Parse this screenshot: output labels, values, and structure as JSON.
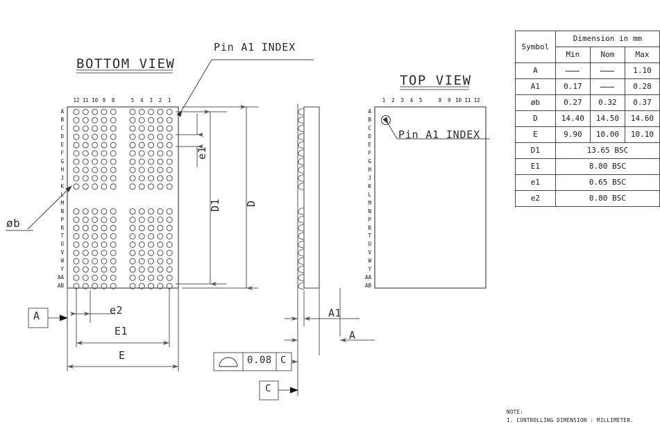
{
  "views": {
    "bottom": {
      "title": "BOTTOM VIEW"
    },
    "top": {
      "title": "TOP VIEW"
    }
  },
  "callouts": {
    "pin_a1_index_bottom": "Pin A1 INDEX",
    "pin_a1_index_top": "Pin A1 INDEX",
    "ball_diameter": "øb"
  },
  "dimension_labels": {
    "e1": "e1",
    "e2": "e2",
    "D": "D",
    "D1": "D1",
    "E": "E",
    "E1": "E1",
    "A": "A",
    "A1": "A1"
  },
  "datums": {
    "datum_a": "A",
    "datum_c": "C",
    "fcf_tolerance": "0.08",
    "fcf_datum": "C",
    "fcf_symbol": "coplanarity-arc"
  },
  "ball_grid": {
    "row_labels": [
      "A",
      "B",
      "C",
      "D",
      "E",
      "F",
      "G",
      "H",
      "J",
      "K",
      "L",
      "M",
      "N",
      "P",
      "R",
      "T",
      "U",
      "V",
      "W",
      "Y",
      "AA",
      "AB"
    ],
    "bottom_view_columns": [
      "12",
      "11",
      "10",
      "9",
      "8",
      "5",
      "4",
      "3",
      "2",
      "1"
    ],
    "top_view_columns": [
      "1",
      "2",
      "3",
      "4",
      "5",
      "8",
      "9",
      "10",
      "11",
      "12"
    ],
    "empty_rows": [
      "L",
      "M"
    ],
    "empty_columns": [
      "6",
      "7"
    ]
  },
  "table": {
    "col_symbol": "Symbol",
    "col_group": "Dimension in mm",
    "col_min": "Min",
    "col_nom": "Nom",
    "col_max": "Max",
    "rows": [
      {
        "symbol": "A",
        "min": "—",
        "nom": "—",
        "max": "1.10",
        "span": false
      },
      {
        "symbol": "A1",
        "min": "0.17",
        "nom": "—",
        "max": "0.28",
        "span": false
      },
      {
        "symbol": "øb",
        "min": "0.27",
        "nom": "0.32",
        "max": "0.37",
        "span": false
      },
      {
        "symbol": "D",
        "min": "14.40",
        "nom": "14.50",
        "max": "14.60",
        "span": false
      },
      {
        "symbol": "E",
        "min": "9.90",
        "nom": "10.00",
        "max": "10.10",
        "span": false
      },
      {
        "symbol": "D1",
        "value": "13.65  BSC",
        "span": true
      },
      {
        "symbol": "E1",
        "value": "8.80  BSC",
        "span": true
      },
      {
        "symbol": "e1",
        "value": "0.65  BSC",
        "span": true
      },
      {
        "symbol": "e2",
        "value": "0.80  BSC",
        "span": true
      }
    ]
  },
  "notes": {
    "heading": "NOTE:",
    "line1": "1. CONTROLLING DIMENSION : MILLIMETER."
  },
  "colors": {
    "line": "#555555",
    "text": "#1a1a1a",
    "ball_stroke": "#666666",
    "background": "#ffffff"
  }
}
